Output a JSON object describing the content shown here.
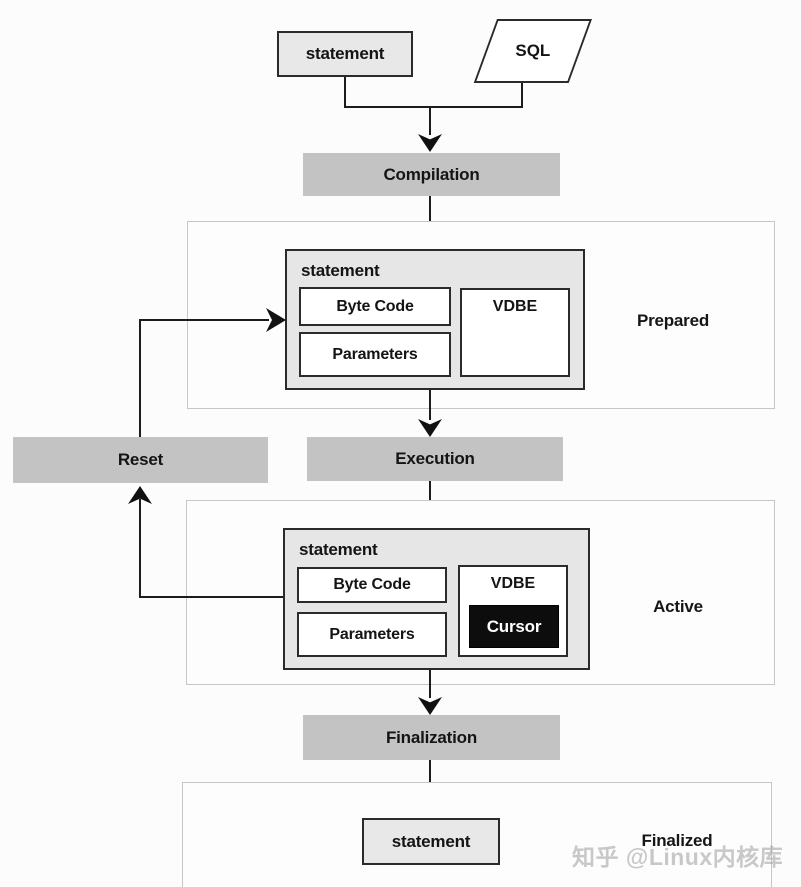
{
  "diagram": {
    "title_hint": "SQLite statement lifecycle flowchart",
    "nodes": {
      "top_statement": "statement",
      "sql": "SQL",
      "bottom_statement": "statement"
    },
    "bars": {
      "compilation": "Compilation",
      "reset": "Reset",
      "execution": "Execution",
      "finalization": "Finalization"
    },
    "prepared": {
      "label": "Prepared",
      "statement": "statement",
      "byte_code": "Byte Code",
      "parameters": "Parameters",
      "vdbe": "VDBE"
    },
    "active": {
      "label": "Active",
      "statement": "statement",
      "byte_code": "Byte Code",
      "parameters": "Parameters",
      "vdbe": "VDBE",
      "cursor": "Cursor"
    },
    "finalized": {
      "label": "Finalized"
    },
    "watermark": "知乎 @Linux内核库",
    "colors": {
      "bar_gray": "#c3c3c3",
      "node_gray": "#e8e8e8",
      "border_dark": "#2b2b2b",
      "container_border": "#c6c6c6",
      "cursor_black": "#0d0d0d",
      "cursor_text": "#ffffff",
      "watermark_gray": "#a9a9a9",
      "background": "#fcfcfc"
    }
  }
}
